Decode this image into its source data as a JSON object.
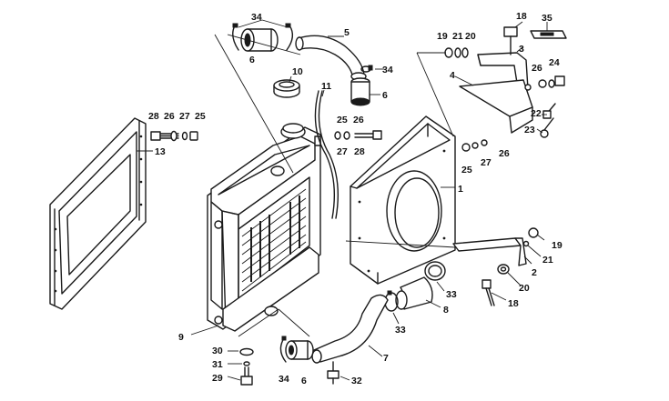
{
  "callouts": [
    {
      "id": "c1",
      "text": "1"
    },
    {
      "id": "c2",
      "text": "2"
    },
    {
      "id": "c3",
      "text": "3"
    },
    {
      "id": "c4",
      "text": "4"
    },
    {
      "id": "c5",
      "text": "5"
    },
    {
      "id": "c6a",
      "text": "6"
    },
    {
      "id": "c6b",
      "text": "6"
    },
    {
      "id": "c6c",
      "text": "6"
    },
    {
      "id": "c7",
      "text": "7"
    },
    {
      "id": "c8",
      "text": "8"
    },
    {
      "id": "c9",
      "text": "9"
    },
    {
      "id": "c10",
      "text": "10"
    },
    {
      "id": "c11",
      "text": "11"
    },
    {
      "id": "c13",
      "text": "13"
    },
    {
      "id": "c18a",
      "text": "18"
    },
    {
      "id": "c18b",
      "text": "18"
    },
    {
      "id": "c19a",
      "text": "19"
    },
    {
      "id": "c19b",
      "text": "19"
    },
    {
      "id": "c20a",
      "text": "20"
    },
    {
      "id": "c20b",
      "text": "20"
    },
    {
      "id": "c21a",
      "text": "21"
    },
    {
      "id": "c21b",
      "text": "21"
    },
    {
      "id": "c22",
      "text": "22"
    },
    {
      "id": "c23",
      "text": "23"
    },
    {
      "id": "c24",
      "text": "24"
    },
    {
      "id": "c25a",
      "text": "25"
    },
    {
      "id": "c25b",
      "text": "25"
    },
    {
      "id": "c25c",
      "text": "25"
    },
    {
      "id": "c26a",
      "text": "26"
    },
    {
      "id": "c26b",
      "text": "26"
    },
    {
      "id": "c26c",
      "text": "26"
    },
    {
      "id": "c26d",
      "text": "26"
    },
    {
      "id": "c27a",
      "text": "27"
    },
    {
      "id": "c27b",
      "text": "27"
    },
    {
      "id": "c27c",
      "text": "27"
    },
    {
      "id": "c28a",
      "text": "28"
    },
    {
      "id": "c28b",
      "text": "28"
    },
    {
      "id": "c29",
      "text": "29"
    },
    {
      "id": "c30",
      "text": "30"
    },
    {
      "id": "c31",
      "text": "31"
    },
    {
      "id": "c32",
      "text": "32"
    },
    {
      "id": "c33a",
      "text": "33"
    },
    {
      "id": "c33b",
      "text": "33"
    },
    {
      "id": "c34a",
      "text": "34"
    },
    {
      "id": "c34b",
      "text": "34"
    },
    {
      "id": "c34c",
      "text": "34"
    },
    {
      "id": "c35",
      "text": "35"
    }
  ]
}
